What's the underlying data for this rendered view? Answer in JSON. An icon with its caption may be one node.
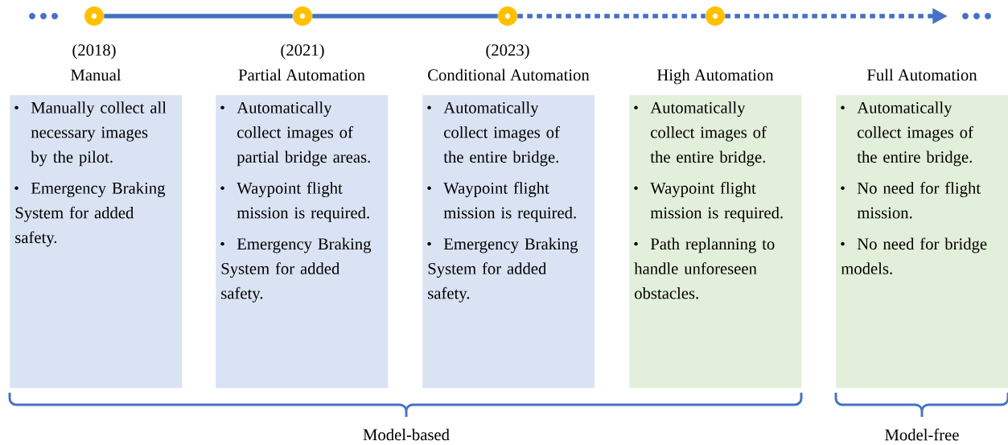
{
  "diagram": {
    "nodes": [
      {
        "text": [],
        "shape": "circle",
        "beside": [
          "(2018)"
        ]
      },
      {
        "text": [],
        "shape": "circle",
        "beside": [
          "(2021)"
        ]
      },
      {
        "text": [],
        "shape": "circle",
        "beside": [
          "(2023)"
        ]
      },
      {
        "text": [],
        "shape": "circle"
      },
      {
        "text": [
          "Manual",
          "Manually collect all necessary images by the pilot.",
          "Emergency Braking System for added safety."
        ]
      },
      {
        "text": [
          "Partial Automation",
          "Automatically collect images of partial bridge areas.",
          "Waypoint flight mission is required.",
          "Emergency Braking System for added safety."
        ]
      },
      {
        "text": [
          "Conditional Automation",
          "Automatically collect images of the entire bridge.",
          "Waypoint flight mission is required.",
          "Emergency Braking System for added safety."
        ]
      },
      {
        "text": [
          "High Automation",
          "Automatically collect images of the entire bridge.",
          "Waypoint flight mission is required.",
          "Path replanning to handle unforeseen obstacles."
        ]
      },
      {
        "text": [
          "Full Automation",
          "Automatically collect images of the entire bridge.",
          "No need for flight mission.",
          "No need for bridge models."
        ]
      }
    ],
    "edges": [
      {
        "from": 0,
        "to": 1,
        "arrow": "none"
      },
      {
        "from": 1,
        "to": 2,
        "arrow": "none"
      },
      {
        "from": 2,
        "to": 3,
        "arrow": "none",
        "style": "dashed"
      },
      {
        "from": 3,
        "to": null,
        "arrow": "to",
        "style": "dashed"
      }
    ],
    "labels": [
      "Model-based",
      "Model-free"
    ]
  }
}
